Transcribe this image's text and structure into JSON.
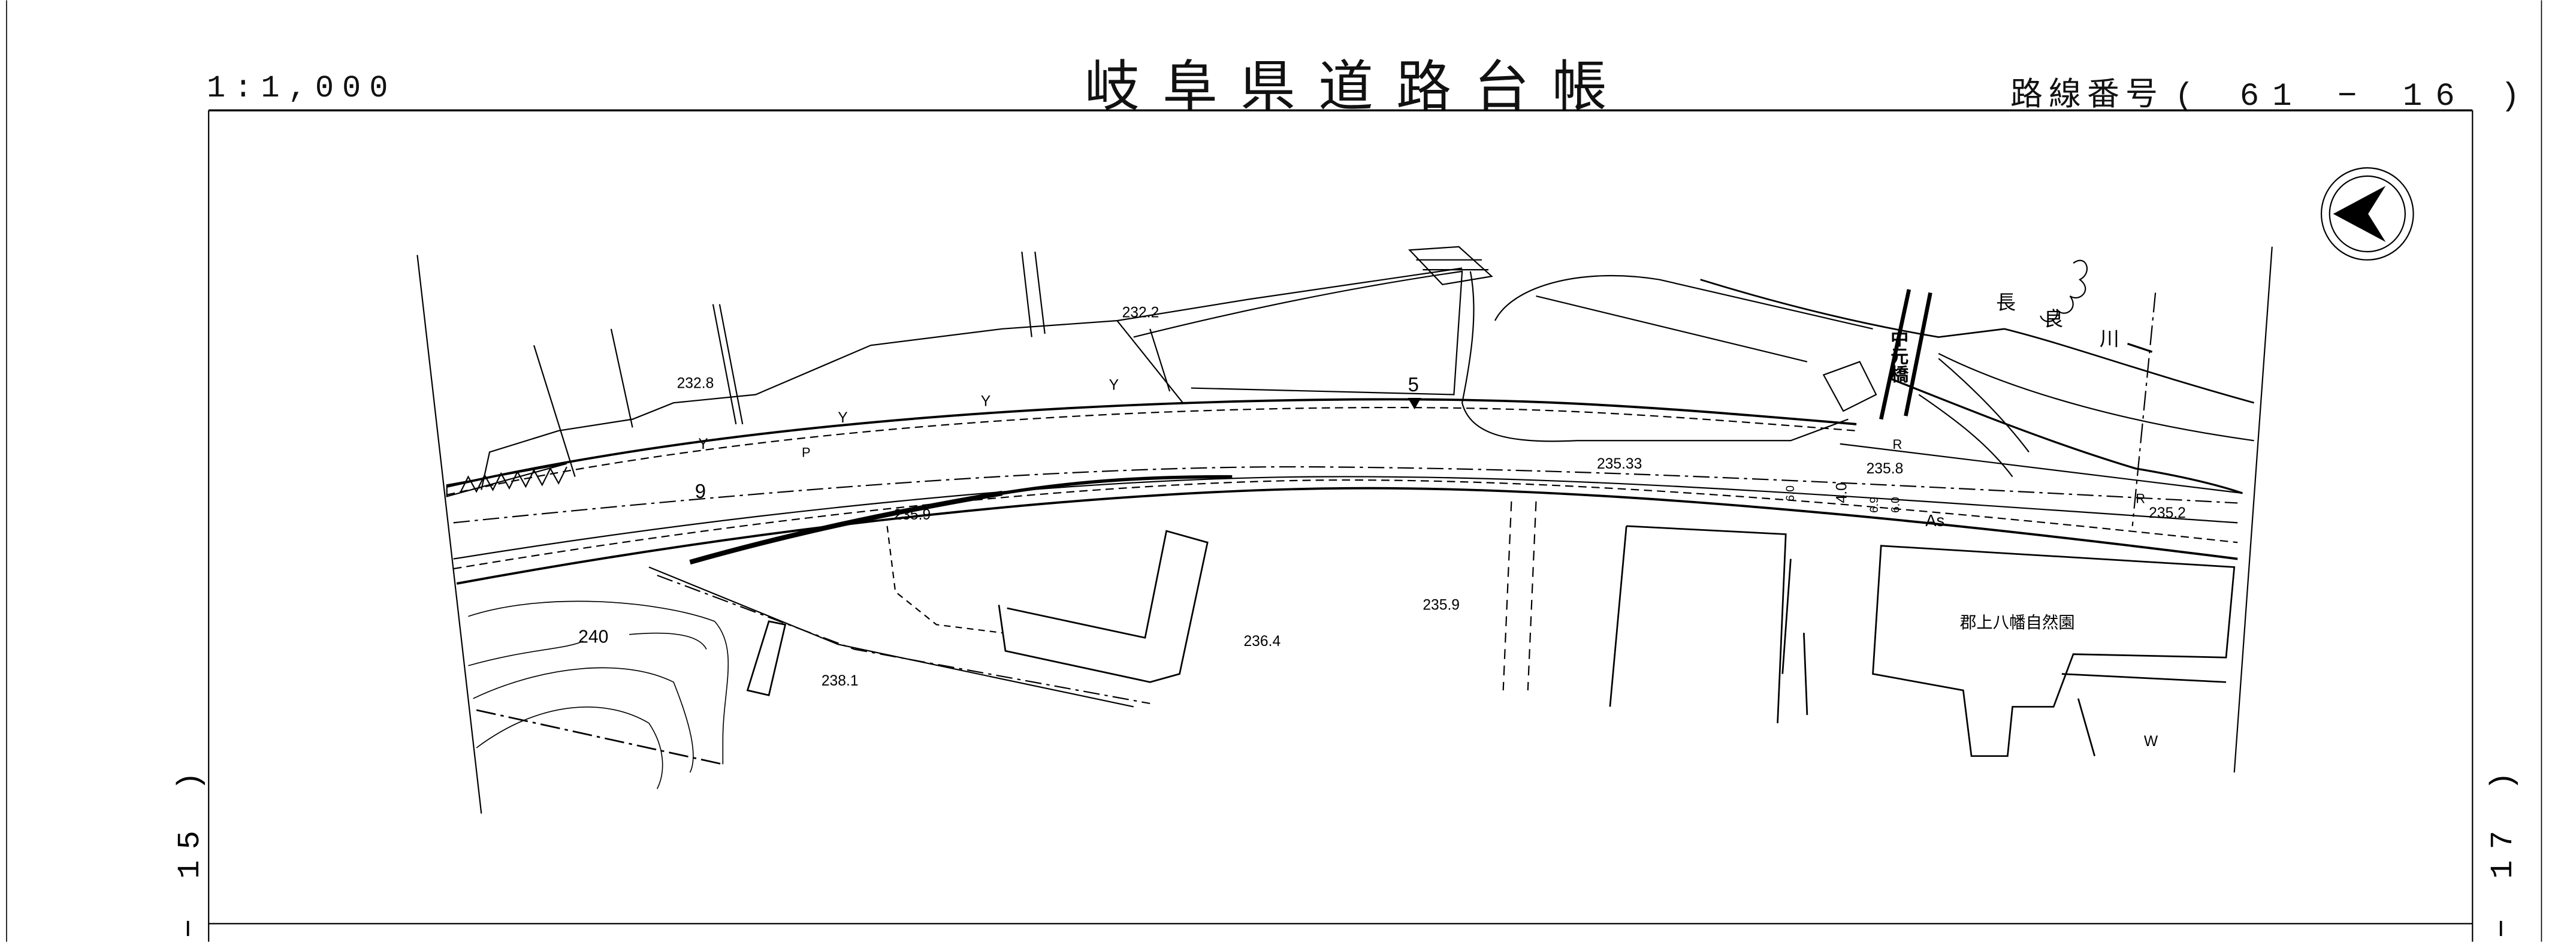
{
  "header": {
    "scale": "1:1,000",
    "title": "岐阜県道路台帳",
    "route_label": "路線番号",
    "route_number": "( 61 − 16 )"
  },
  "sheet_links": {
    "left": "− 15 )",
    "right": "− 17 )"
  },
  "map": {
    "elevations": [
      "232.2",
      "232.8",
      "235.9",
      "236.4",
      "235.9",
      "238.1",
      "235.33",
      "235.8",
      "235.2"
    ],
    "contour_label": "240",
    "station_marks": [
      "5",
      "9"
    ],
    "land_use": [
      "Y",
      "Y",
      "Y",
      "Y",
      "P",
      "R",
      "R",
      "W"
    ],
    "pavement": "As",
    "widths": [
      "4.0",
      "6.9",
      "6.0",
      "6.0"
    ],
    "bridge_name": "中元橋",
    "river_name": [
      "長",
      "良",
      "川"
    ],
    "facility_name": "郡上八幡自然園",
    "north_arrow": "north-arrow-icon"
  }
}
